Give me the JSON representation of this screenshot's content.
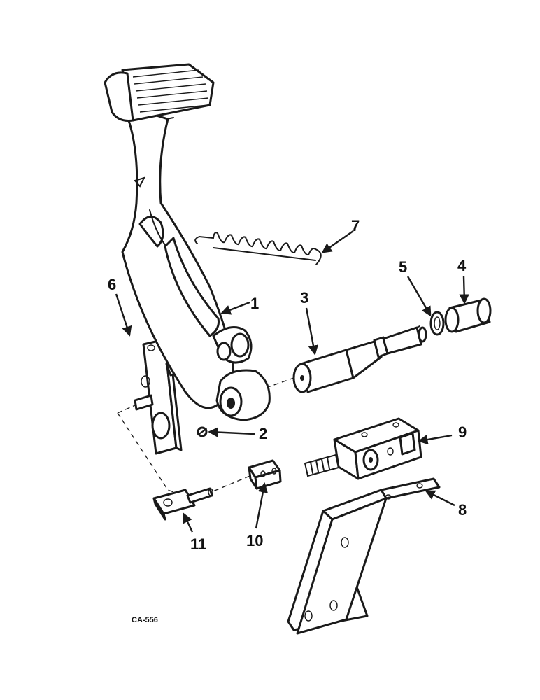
{
  "figure": {
    "drawing_number": "CA-556",
    "callouts": [
      {
        "id": "1",
        "part": "pedal-lever"
      },
      {
        "id": "2",
        "part": "grease-fitting"
      },
      {
        "id": "3",
        "part": "pedal-shaft"
      },
      {
        "id": "4",
        "part": "bushing"
      },
      {
        "id": "5",
        "part": "washer"
      },
      {
        "id": "6",
        "part": "mounting-plate"
      },
      {
        "id": "7",
        "part": "return-spring"
      },
      {
        "id": "8",
        "part": "support-bracket"
      },
      {
        "id": "9",
        "part": "valve-block"
      },
      {
        "id": "10",
        "part": "clevis-block"
      },
      {
        "id": "11",
        "part": "clevis-pin"
      }
    ]
  }
}
